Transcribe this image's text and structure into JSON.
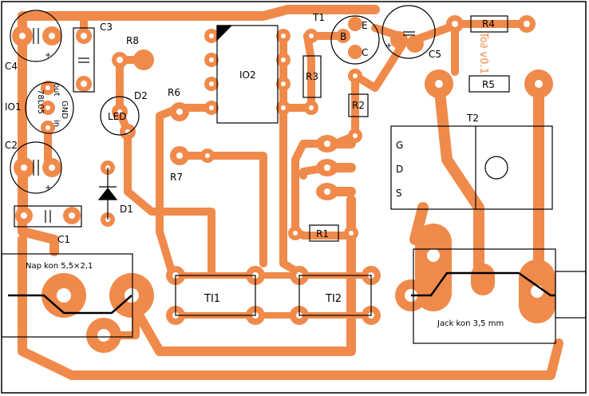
{
  "colors": {
    "copper": "#f08a4b",
    "board": "#ffffff",
    "outline": "#000000"
  },
  "labels": {
    "c4": "C4",
    "c3": "C3",
    "r8": "R8",
    "t1": "T1",
    "e": "E",
    "b": "B",
    "c": "C",
    "c5": "C5",
    "r4": "R4",
    "r5": "R5",
    "io1": "IO1",
    "io2": "IO2",
    "d2": "D2",
    "r6": "R6",
    "r3": "R3",
    "r2": "R2",
    "t2": "T2",
    "led": "LED",
    "c2": "C2",
    "r7": "R7",
    "g": "G",
    "d": "D",
    "s": "S",
    "d1": "D1",
    "c1": "C1",
    "r1": "R1",
    "ti1": "TI1",
    "ti2": "TI2",
    "napkon": "Nap kon 5,5×2,1",
    "jackkon": "Jack kon 3,5 mm",
    "reg": "78L05",
    "reg_in": "in",
    "reg_gnd": "GND",
    "reg_out": "out",
    "version": "To∂ v0.1"
  }
}
